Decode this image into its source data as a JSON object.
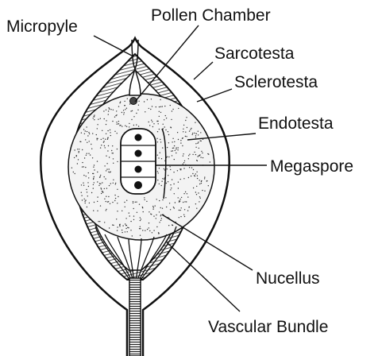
{
  "labels": {
    "micropyle": "Micropyle",
    "pollen_chamber": "Pollen Chamber",
    "sarcotesta": "Sarcotesta",
    "sclerotesta": "Sclerotesta",
    "endotesta": "Endotesta",
    "megaspore": "Megaspore",
    "nucellus": "Nucellus",
    "vascular_bundle": "Vascular Bundle"
  }
}
